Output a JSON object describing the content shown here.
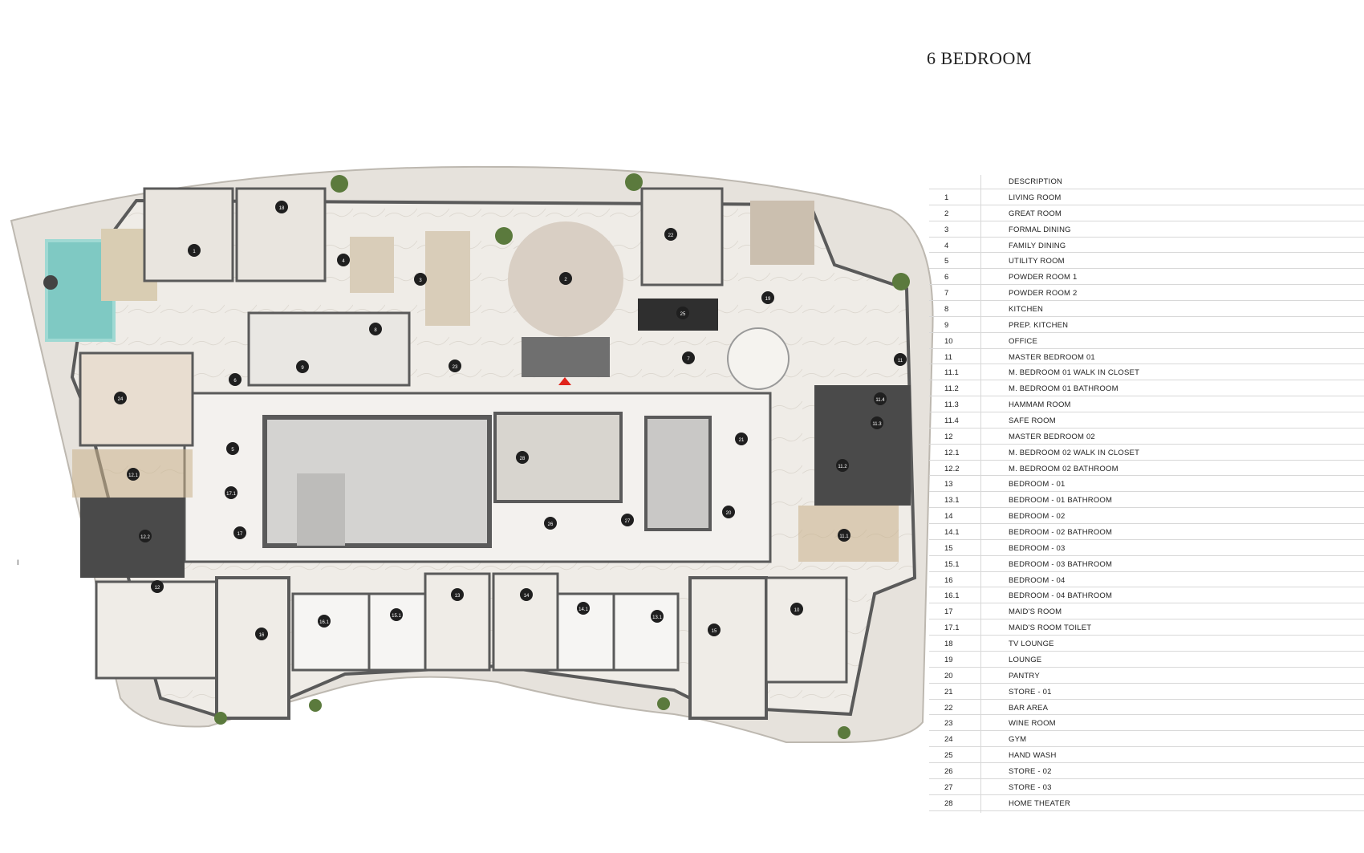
{
  "page": {
    "title": "6 BEDROOM",
    "stray_mark": "I"
  },
  "legend": {
    "header": "DESCRIPTION",
    "items": [
      {
        "num": "1",
        "label": "LIVING ROOM"
      },
      {
        "num": "2",
        "label": "GREAT ROOM"
      },
      {
        "num": "3",
        "label": "FORMAL DINING"
      },
      {
        "num": "4",
        "label": "FAMILY DINING"
      },
      {
        "num": "5",
        "label": "UTILITY ROOM"
      },
      {
        "num": "6",
        "label": "POWDER ROOM 1"
      },
      {
        "num": "7",
        "label": "POWDER ROOM 2"
      },
      {
        "num": "8",
        "label": "KITCHEN"
      },
      {
        "num": "9",
        "label": "PREP. KITCHEN"
      },
      {
        "num": "10",
        "label": "OFFICE"
      },
      {
        "num": "11",
        "label": "MASTER BEDROOM 01"
      },
      {
        "num": "11.1",
        "label": "M. BEDROOM 01 WALK IN CLOSET"
      },
      {
        "num": "11.2",
        "label": "M. BEDROOM 01 BATHROOM"
      },
      {
        "num": "11.3",
        "label": "HAMMAM ROOM"
      },
      {
        "num": "11.4",
        "label": "SAFE ROOM"
      },
      {
        "num": "12",
        "label": "MASTER BEDROOM 02"
      },
      {
        "num": "12.1",
        "label": "M. BEDROOM 02 WALK IN CLOSET"
      },
      {
        "num": "12.2",
        "label": "M. BEDROOM 02 BATHROOM"
      },
      {
        "num": "13",
        "label": "BEDROOM - 01"
      },
      {
        "num": "13.1",
        "label": "BEDROOM -  01 BATHROOM"
      },
      {
        "num": "14",
        "label": "BEDROOM - 02"
      },
      {
        "num": "14.1",
        "label": "BEDROOM - 02 BATHROOM"
      },
      {
        "num": "15",
        "label": "BEDROOM - 03"
      },
      {
        "num": "15.1",
        "label": "BEDROOM - 03 BATHROOM"
      },
      {
        "num": "16",
        "label": "BEDROOM - 04"
      },
      {
        "num": "16.1",
        "label": "BEDROOM - 04 BATHROOM"
      },
      {
        "num": "17",
        "label": "MAID'S ROOM"
      },
      {
        "num": "17.1",
        "label": "MAID'S ROOM TOILET"
      },
      {
        "num": "18",
        "label": "TV LOUNGE"
      },
      {
        "num": "19",
        "label": "LOUNGE"
      },
      {
        "num": "20",
        "label": "PANTRY"
      },
      {
        "num": "21",
        "label": "STORE - 01"
      },
      {
        "num": "22",
        "label": "BAR AREA"
      },
      {
        "num": "23",
        "label": "WINE ROOM"
      },
      {
        "num": "24",
        "label": "GYM"
      },
      {
        "num": "25",
        "label": "HAND WASH"
      },
      {
        "num": "26",
        "label": "STORE - 02"
      },
      {
        "num": "27",
        "label": "STORE - 03"
      },
      {
        "num": "28",
        "label": "HOME THEATER"
      }
    ]
  },
  "plan_markers": [
    "1",
    "2",
    "3",
    "4",
    "5",
    "6",
    "7",
    "8",
    "9",
    "10",
    "11",
    "11.1",
    "11.2",
    "11.3",
    "11.4",
    "12",
    "12.1",
    "12.2",
    "13",
    "13.1",
    "14",
    "14.1",
    "15",
    "15.1",
    "16",
    "16.1",
    "17",
    "17.1",
    "18",
    "19",
    "20",
    "21",
    "22",
    "23",
    "24",
    "25",
    "26",
    "27",
    "28"
  ],
  "colors": {
    "wall": "#5a5a5a",
    "marble": "#ece9e4",
    "wood": "#c9b08a",
    "pool": "#7fc9c3",
    "dark_floor": "#4a4a4a",
    "marker": "#1f1f1f",
    "entry_marker": "#e0241c"
  }
}
